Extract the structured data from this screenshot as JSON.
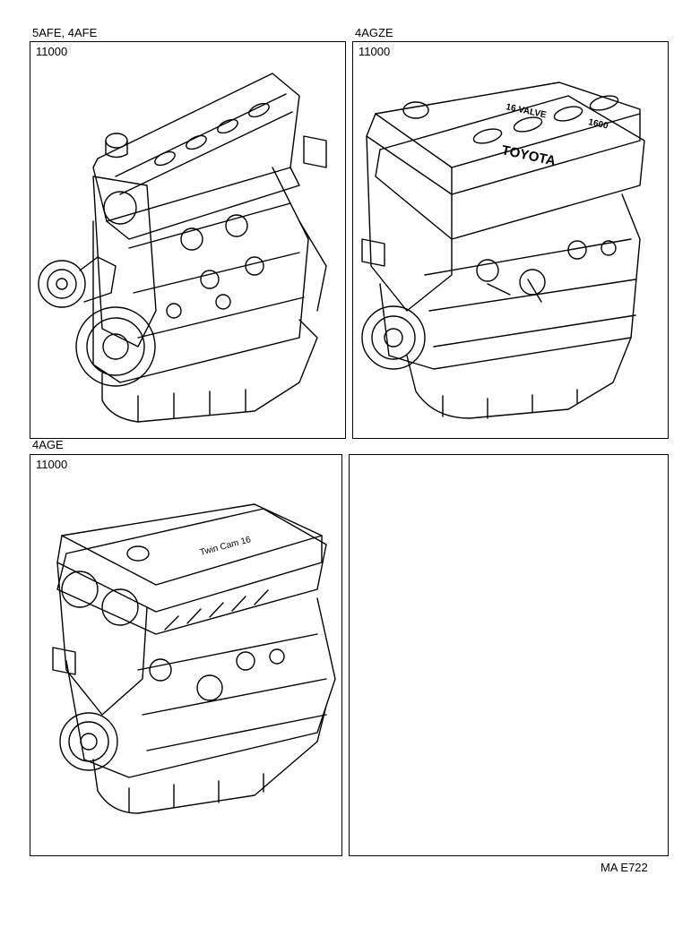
{
  "panels": [
    {
      "model": "5AFE, 4AFE",
      "part_number": "11000",
      "illustration": "engine-assembly-5afe-4afe"
    },
    {
      "model": "4AGZE",
      "part_number": "11000",
      "illustration": "engine-assembly-4agze",
      "cover_text": [
        "TOYOTA",
        "16 VALVE",
        "1600"
      ]
    },
    {
      "model": "4AGE",
      "part_number": "11000",
      "illustration": "engine-assembly-4age",
      "cover_text": [
        "Twin Cam 16"
      ]
    },
    {
      "model": "",
      "part_number": "",
      "illustration": "empty"
    }
  ],
  "footer": {
    "code": "MA E722"
  }
}
